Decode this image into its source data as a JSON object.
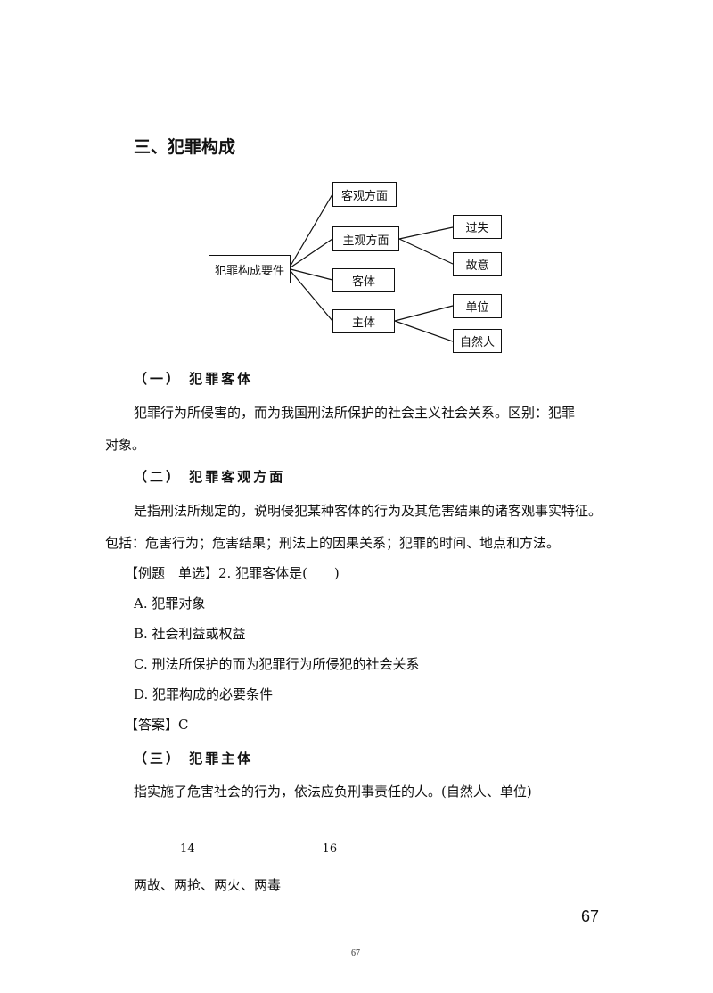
{
  "section_title": "三、犯罪构成",
  "diagram": {
    "root": "犯罪构成要件",
    "branches": [
      "客观方面",
      "主观方面",
      "客体",
      "主体"
    ],
    "subjective_children": [
      "过失",
      "故意"
    ],
    "subject_children": [
      "单位",
      "自然人"
    ]
  },
  "sub1": {
    "heading": "（一） 犯罪客体",
    "para_line1": "犯罪行为所侵害的，而为我国刑法所保护的社会主义社会关系。区别：犯罪",
    "para_line2": "对象。"
  },
  "sub2": {
    "heading": "（二） 犯罪客观方面",
    "para_line1": "是指刑法所规定的，说明侵犯某种客体的行为及其危害结果的诸客观事实特征。",
    "para_line2": "包括：危害行为；危害结果；刑法上的因果关系；犯罪的时间、地点和方法。"
  },
  "example": {
    "question": "【例题　单选】2.  犯罪客体是(　　)",
    "options": [
      "A.  犯罪对象",
      "B.  社会利益或权益",
      "C.  刑法所保护的而为犯罪行为所侵犯的社会关系",
      "D.  犯罪构成的必要条件"
    ],
    "answer": "【答案】C"
  },
  "sub3": {
    "heading": "（三） 犯罪主体",
    "para": "指实施了危害社会的行为，依法应负刑事责任的人。(自然人、单位)"
  },
  "timeline": "————14———————————16———————",
  "notes": "两故、两抢、两火、两毒",
  "page_number_large": "67",
  "page_number_small": "67"
}
